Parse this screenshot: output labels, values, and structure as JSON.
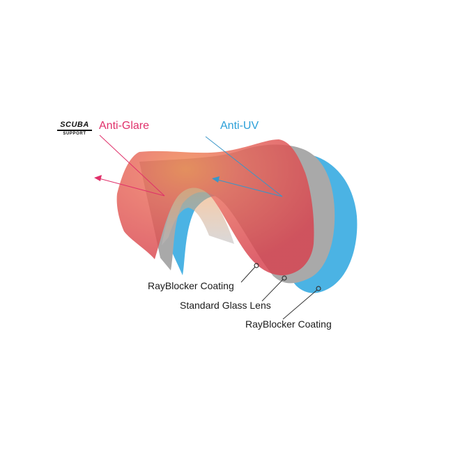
{
  "logo": {
    "name": "SCUBA",
    "sub": "SUPPORT"
  },
  "labels": {
    "anti_glare": "Anti-Glare",
    "anti_uv": "Anti-UV"
  },
  "layers": [
    {
      "label": "RayBlocker Coating",
      "color": "#d9454f"
    },
    {
      "label": "Standard Glass Lens",
      "color": "#a9a9a9"
    },
    {
      "label": "RayBlocker Coating",
      "color": "#4bb3e4"
    }
  ],
  "colors": {
    "anti_glare": "#e0306a",
    "anti_uv": "#2a9fd8",
    "arrow_glare": "#e0306a",
    "arrow_uv": "#3a96c8"
  }
}
